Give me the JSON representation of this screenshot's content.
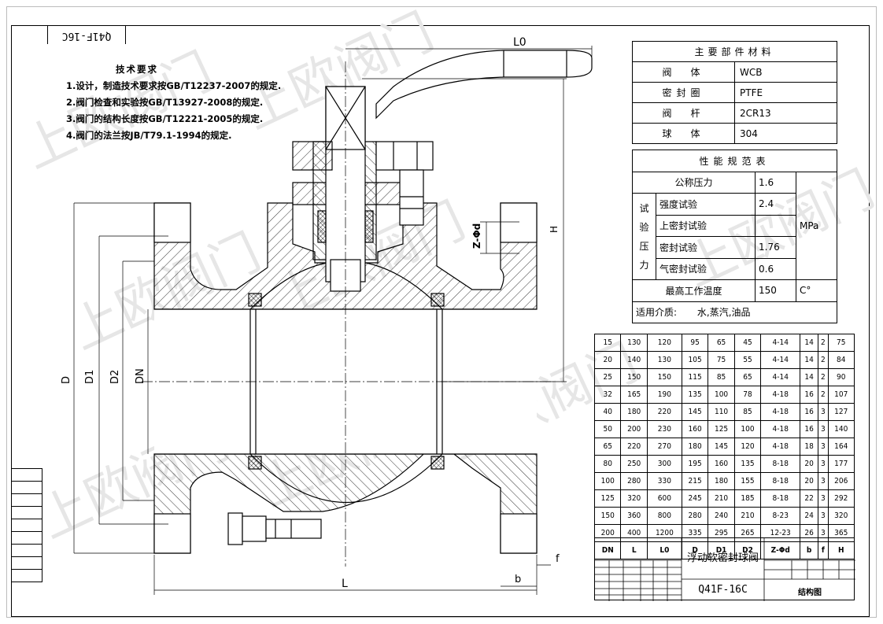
{
  "drawing_code_rotated": "Q41F-16C",
  "tech_requirements": {
    "heading": "技术要求",
    "items": [
      "1.设计，制造技术要求按GB/T12237-2007的规定.",
      "2.阀门检查和实验按GB/T13927-2008的规定.",
      "3.阀门的结构长度按GB/T12221-2005的规定.",
      "4.阀门的法兰按JB/T79.1-1994的规定."
    ]
  },
  "dimension_labels": {
    "L0": "L0",
    "H": "H",
    "D": "D",
    "D1": "D1",
    "D2": "D2",
    "DN": "DN",
    "Z_phi_d": "Z-Φd",
    "L": "L",
    "b": "b",
    "f": "f"
  },
  "materials_table": {
    "title": "主要部件材料",
    "rows": [
      {
        "part": "阀　体",
        "material": "WCB"
      },
      {
        "part": "密封圈",
        "material": "PTFE"
      },
      {
        "part": "阀　杆",
        "material": "2CR13"
      },
      {
        "part": "球　体",
        "material": "304"
      }
    ]
  },
  "performance_table": {
    "title": "性能规范表",
    "nominal_pressure_label": "公称压力",
    "nominal_pressure_value": "1.6",
    "test_pressure_label": "试验压力",
    "tests": [
      {
        "label": "强度试验",
        "value": "2.4"
      },
      {
        "label": "上密封试验",
        "value": ""
      },
      {
        "label": "密封试验",
        "value": "1.76"
      },
      {
        "label": "气密封试验",
        "value": "0.6"
      }
    ],
    "pressure_unit": "MPa",
    "max_temp_label": "最高工作温度",
    "max_temp_value": "150",
    "temp_unit": "C°",
    "media_label": "适用介质:",
    "media_value": "水,蒸汽,油品"
  },
  "dimension_table": {
    "header": [
      "DN",
      "L",
      "L0",
      "D",
      "D1",
      "D2",
      "Z-Φd",
      "b",
      "f",
      "H"
    ],
    "rows": [
      [
        "15",
        "130",
        "120",
        "95",
        "65",
        "45",
        "4-14",
        "14",
        "2",
        "75"
      ],
      [
        "20",
        "140",
        "130",
        "105",
        "75",
        "55",
        "4-14",
        "14",
        "2",
        "84"
      ],
      [
        "25",
        "150",
        "150",
        "115",
        "85",
        "65",
        "4-14",
        "14",
        "2",
        "90"
      ],
      [
        "32",
        "165",
        "190",
        "135",
        "100",
        "78",
        "4-18",
        "16",
        "2",
        "107"
      ],
      [
        "40",
        "180",
        "220",
        "145",
        "110",
        "85",
        "4-18",
        "16",
        "3",
        "127"
      ],
      [
        "50",
        "200",
        "230",
        "160",
        "125",
        "100",
        "4-18",
        "16",
        "3",
        "140"
      ],
      [
        "65",
        "220",
        "270",
        "180",
        "145",
        "120",
        "4-18",
        "18",
        "3",
        "164"
      ],
      [
        "80",
        "250",
        "300",
        "195",
        "160",
        "135",
        "8-18",
        "20",
        "3",
        "177"
      ],
      [
        "100",
        "280",
        "330",
        "215",
        "180",
        "155",
        "8-18",
        "20",
        "3",
        "206"
      ],
      [
        "125",
        "320",
        "600",
        "245",
        "210",
        "185",
        "8-18",
        "22",
        "3",
        "292"
      ],
      [
        "150",
        "360",
        "800",
        "280",
        "240",
        "210",
        "8-23",
        "24",
        "3",
        "320"
      ],
      [
        "200",
        "400",
        "1200",
        "335",
        "295",
        "265",
        "12-23",
        "26",
        "3",
        "365"
      ]
    ]
  },
  "title_block": {
    "product_name": "浮动软密封球阀",
    "model": "Q41F-16C",
    "drawing_type": "结构图"
  },
  "watermark": "上欧阀门"
}
